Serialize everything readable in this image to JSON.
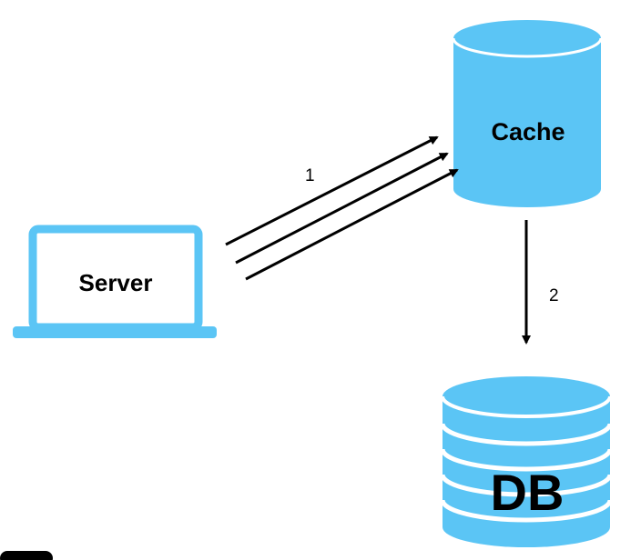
{
  "nodes": {
    "server": {
      "label": "Server"
    },
    "cache": {
      "label": "Cache"
    },
    "db": {
      "label": "DB"
    }
  },
  "edges": [
    {
      "from": "server",
      "to": "cache",
      "label": "1"
    },
    {
      "from": "cache",
      "to": "db",
      "label": "2"
    }
  ],
  "colors": {
    "node_fill": "#5BC5F5",
    "db_stripe": "#ffffff",
    "arrow": "#000000",
    "background": "#ffffff"
  }
}
